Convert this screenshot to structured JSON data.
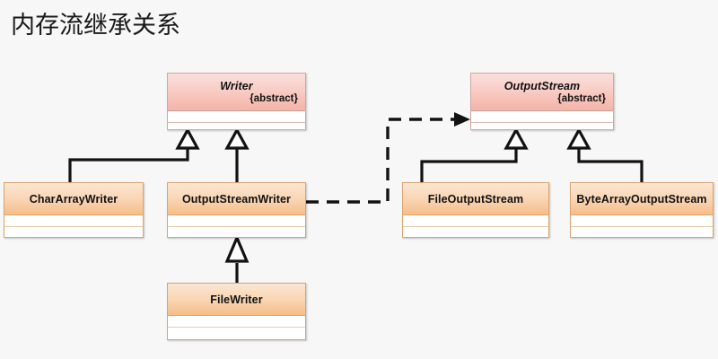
{
  "title": "内存流继承关系",
  "colors": {
    "background": "#f7f7f7",
    "abstract_header": "#f4b3a8",
    "concrete_header": "#f6bd8a",
    "border_abstract": "#d3a6a1",
    "border_concrete": "#d9a472",
    "line": "#121212"
  },
  "classes": [
    {
      "id": "writer",
      "name": "Writer",
      "stereotype": "{abstract}",
      "kind": "abstract"
    },
    {
      "id": "output-stream",
      "name": "OutputStream",
      "stereotype": "{abstract}",
      "kind": "abstract"
    },
    {
      "id": "char-array-writer",
      "name": "CharArrayWriter",
      "stereotype": "",
      "kind": "concrete"
    },
    {
      "id": "output-stream-writer",
      "name": "OutputStreamWriter",
      "stereotype": "",
      "kind": "concrete"
    },
    {
      "id": "file-output-stream",
      "name": "FileOutputStream",
      "stereotype": "",
      "kind": "concrete"
    },
    {
      "id": "byte-array-output-stream",
      "name": "ByteArrayOutputStream",
      "stereotype": "",
      "kind": "concrete"
    },
    {
      "id": "file-writer",
      "name": "FileWriter",
      "stereotype": "",
      "kind": "concrete"
    }
  ],
  "relations": [
    {
      "from": "CharArrayWriter",
      "to": "Writer",
      "type": "generalization"
    },
    {
      "from": "OutputStreamWriter",
      "to": "Writer",
      "type": "generalization"
    },
    {
      "from": "FileWriter",
      "to": "OutputStreamWriter",
      "type": "generalization"
    },
    {
      "from": "FileOutputStream",
      "to": "OutputStream",
      "type": "generalization"
    },
    {
      "from": "ByteArrayOutputStream",
      "to": "OutputStream",
      "type": "generalization"
    },
    {
      "from": "OutputStreamWriter",
      "to": "OutputStream",
      "type": "dependency"
    }
  ]
}
